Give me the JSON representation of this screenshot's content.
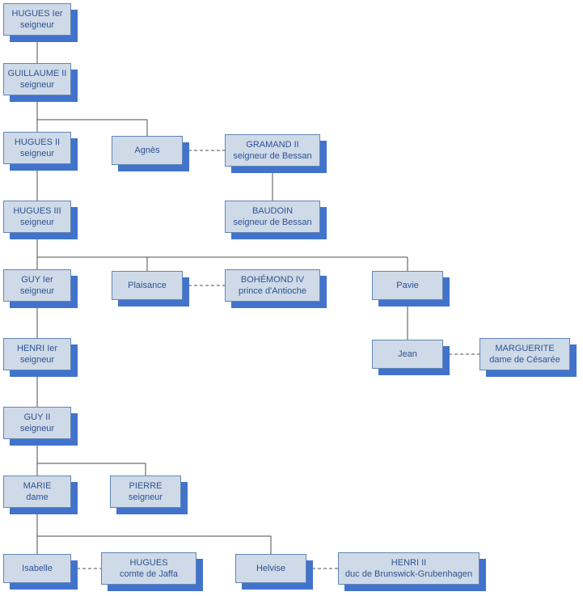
{
  "colors": {
    "box_fill": "#cfdae8",
    "box_border": "#6186b4",
    "box_shadow": "#4273cc",
    "box_text": "#2d5391",
    "line": "#4d4d4d",
    "background": "#ffffff"
  },
  "nodes": [
    {
      "name": "HUGUES Ier",
      "title": "seigneur"
    },
    {
      "name": "GUILLAUME II",
      "title": "seigneur"
    },
    {
      "name": "HUGUES II",
      "title": "seigneur"
    },
    {
      "name": "Agnès",
      "title": ""
    },
    {
      "name": "GRAMAND II",
      "title": "seigneur de Bessan"
    },
    {
      "name": "HUGUES III",
      "title": "seigneur"
    },
    {
      "name": "BAUDOIN",
      "title": "seigneur de Bessan"
    },
    {
      "name": "GUY Ier",
      "title": "seigneur"
    },
    {
      "name": "Plaisance",
      "title": ""
    },
    {
      "name": "BOHÉMOND IV",
      "title": "prince d'Antioche"
    },
    {
      "name": "Pavie",
      "title": ""
    },
    {
      "name": "HENRI Ier",
      "title": "seigneur"
    },
    {
      "name": "Jean",
      "title": ""
    },
    {
      "name": "MARGUERITE",
      "title": "dame de Césarée"
    },
    {
      "name": "GUY II",
      "title": "seigneur"
    },
    {
      "name": "MARIE",
      "title": "dame"
    },
    {
      "name": "PIERRE",
      "title": "seigneur"
    },
    {
      "name": "Isabelle",
      "title": ""
    },
    {
      "name": "HUGUES",
      "title": "comte de Jaffa"
    },
    {
      "name": "Helvise",
      "title": ""
    },
    {
      "name": "HENRI II",
      "title": "duc de Brunswick-Grubenhagen"
    }
  ]
}
